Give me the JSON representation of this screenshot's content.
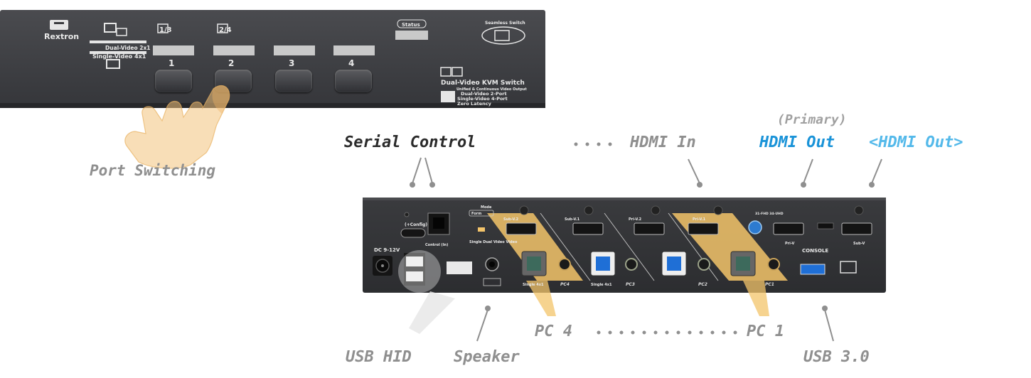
{
  "front_panel": {
    "brand": "Rextron",
    "mode_dual": "Dual-Video 2x1",
    "mode_single": "Single-Video 4x1",
    "port_fractions": [
      "1/3",
      "2/4"
    ],
    "port_numbers": [
      "1",
      "2",
      "3",
      "4"
    ],
    "status_label": "Status",
    "seamless_label": "Seamless Switch",
    "product_title": "Dual-Video KVM Switch",
    "product_subtitle": "Unified & Continuous Video Output",
    "features": [
      "Dual-Video 2-Port",
      "Single-Video 4-Port",
      "Zero Latency"
    ]
  },
  "rear_panel": {
    "dc_label": "DC 9-12V",
    "config_label": "(+Config)",
    "control_label": "Control (In)",
    "mode_label": "Mode",
    "form_label": "Form",
    "single_dual_label": "Single Dual Video Video",
    "sub_v2": "Sub-V.2",
    "sub_v1": "Sub-V.1",
    "pri_v2": "Pri-V.2",
    "pri_v1": "Pri-V.1",
    "single_4x1": "Single 4x1",
    "pc_ports": [
      "PC4",
      "PC3",
      "PC2",
      "PC1"
    ],
    "console_label": "CONSOLE",
    "pri_v": "Pri-V",
    "sub_v": "Sub-V",
    "res_label": "31-FHD 34-UHD"
  },
  "callouts": {
    "port_switching": "Port Switching",
    "serial_control": "Serial Control",
    "hdmi_in": "HDMI In",
    "primary": "(Primary)",
    "hdmi_out": "HDMI Out",
    "hdmi_out_sub": "<HDMI Out>",
    "usb_hid": "USB HID",
    "speaker": "Speaker",
    "pc4": "PC 4",
    "pc1": "PC 1",
    "usb3": "USB 3.0"
  },
  "colors": {
    "panel": "#3b3c3f",
    "highlight": "#f3c46a",
    "callout_grey": "#8f8f8f",
    "hdmi_out_blue": "#1a93d8",
    "usb_blue": "#1f6fd6"
  }
}
